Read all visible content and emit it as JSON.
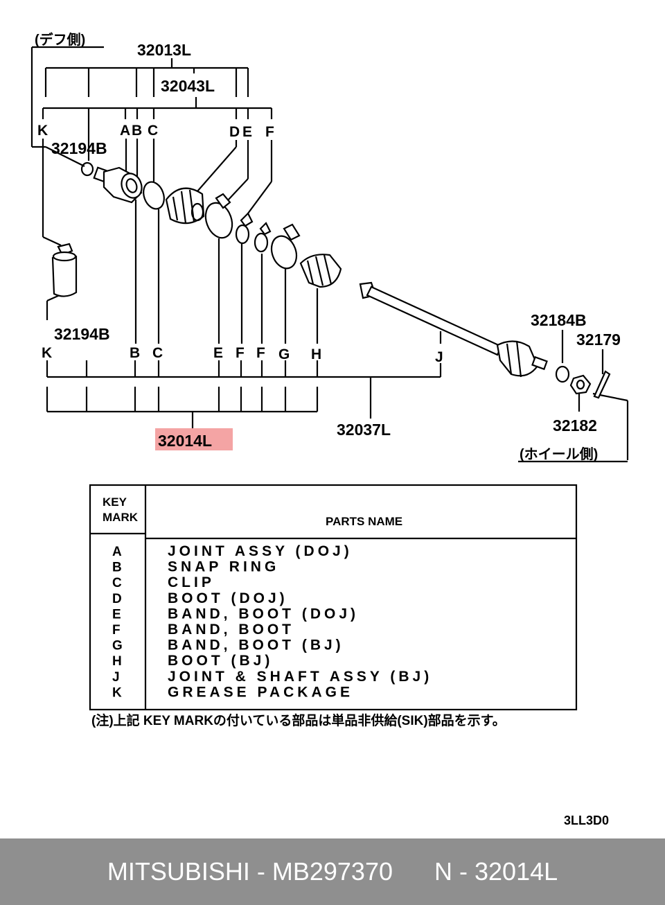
{
  "diagram": {
    "side_labels": {
      "diff_side": "(デフ側)",
      "wheel_side": "(ホイール側)"
    },
    "part_numbers": {
      "p32013L": "32013L",
      "p32043L": "32043L",
      "p32194B_top": "32194B",
      "p32194B_bottom": "32194B",
      "p32184B": "32184B",
      "p32179": "32179",
      "p32182": "32182",
      "p32037L": "32037L",
      "p32014L": "32014L"
    },
    "highlight_color": "#f4a4a4",
    "key_letters": {
      "top_K": "K",
      "top_A": "A",
      "top_B": "B",
      "top_C": "C",
      "top_D": "D",
      "top_E": "E",
      "top_F": "F",
      "bot_K": "K",
      "bot_B": "B",
      "bot_C": "C",
      "bot_E": "E",
      "bot_F1": "F",
      "bot_F2": "F",
      "bot_G": "G",
      "bot_H": "H",
      "bot_J": "J"
    },
    "code": "3LL3D0"
  },
  "table": {
    "key_header": [
      "KEY",
      "MARK"
    ],
    "parts_header": "PARTS NAME",
    "rows": [
      {
        "key": "A",
        "name": "JOINT ASSY (DOJ)"
      },
      {
        "key": "B",
        "name": "SNAP RING"
      },
      {
        "key": "C",
        "name": "CLIP"
      },
      {
        "key": "D",
        "name": "BOOT (DOJ)"
      },
      {
        "key": "E",
        "name": "BAND, BOOT (DOJ)"
      },
      {
        "key": "F",
        "name": "BAND, BOOT"
      },
      {
        "key": "G",
        "name": "BAND, BOOT (BJ)"
      },
      {
        "key": "H",
        "name": "BOOT (BJ)"
      },
      {
        "key": "J",
        "name": "JOINT & SHAFT ASSY (BJ)"
      },
      {
        "key": "K",
        "name": "GREASE PACKAGE"
      }
    ]
  },
  "note": "(注)上記 KEY MARKの付いている部品は単品非供給(SIK)部品を示す。",
  "footer": {
    "brand_part": "MITSUBISHI - MB297370",
    "ref": "N - 32014L"
  }
}
